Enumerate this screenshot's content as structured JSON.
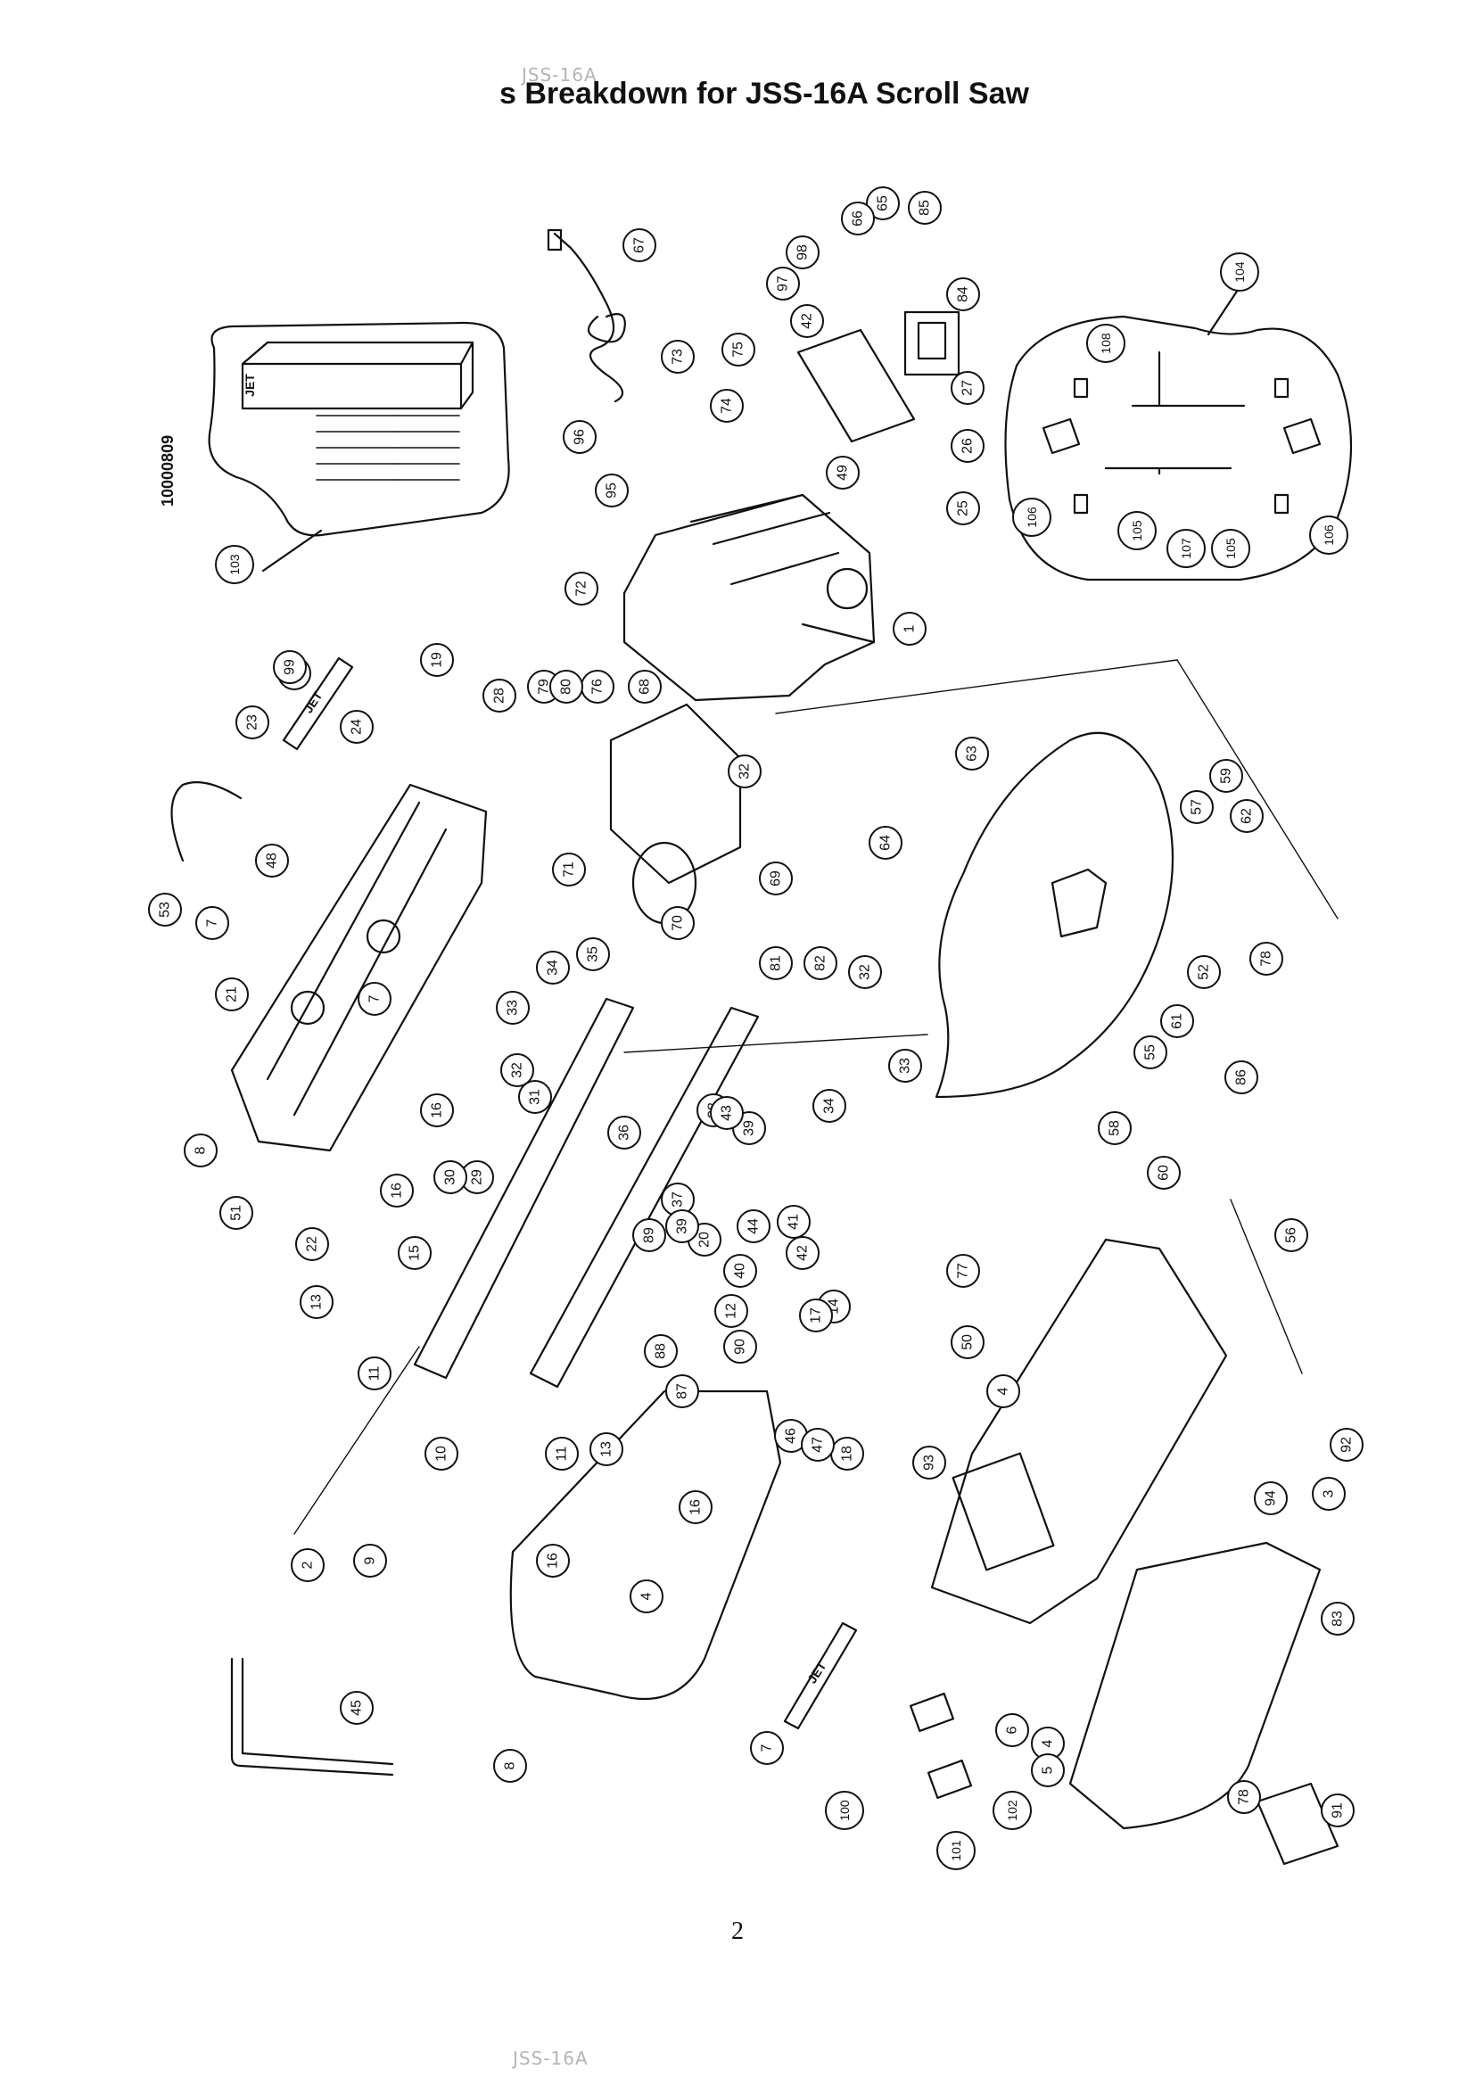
{
  "header": {
    "stamp": "JSS-16A",
    "title": "s Breakdown for JSS-16A Scroll Saw"
  },
  "document_id": "10000809",
  "page_number": "2",
  "footer": {
    "stamp": "JSS-16A"
  },
  "logo_text": "JET",
  "callouts": [
    {
      "n": "1"
    },
    {
      "n": "2"
    },
    {
      "n": "3"
    },
    {
      "n": "4"
    },
    {
      "n": "4"
    },
    {
      "n": "4"
    },
    {
      "n": "5"
    },
    {
      "n": "6"
    },
    {
      "n": "7"
    },
    {
      "n": "7"
    },
    {
      "n": "7"
    },
    {
      "n": "8"
    },
    {
      "n": "8"
    },
    {
      "n": "9"
    },
    {
      "n": "10"
    },
    {
      "n": "11"
    },
    {
      "n": "11"
    },
    {
      "n": "12"
    },
    {
      "n": "13"
    },
    {
      "n": "13"
    },
    {
      "n": "14"
    },
    {
      "n": "15"
    },
    {
      "n": "16"
    },
    {
      "n": "16"
    },
    {
      "n": "16"
    },
    {
      "n": "16"
    },
    {
      "n": "17"
    },
    {
      "n": "18"
    },
    {
      "n": "19"
    },
    {
      "n": "20"
    },
    {
      "n": "21"
    },
    {
      "n": "22"
    },
    {
      "n": "22"
    },
    {
      "n": "23"
    },
    {
      "n": "24"
    },
    {
      "n": "25"
    },
    {
      "n": "26"
    },
    {
      "n": "27"
    },
    {
      "n": "28"
    },
    {
      "n": "29"
    },
    {
      "n": "30"
    },
    {
      "n": "31"
    },
    {
      "n": "32"
    },
    {
      "n": "32"
    },
    {
      "n": "32"
    },
    {
      "n": "33"
    },
    {
      "n": "33"
    },
    {
      "n": "34"
    },
    {
      "n": "34"
    },
    {
      "n": "35"
    },
    {
      "n": "36"
    },
    {
      "n": "37"
    },
    {
      "n": "38"
    },
    {
      "n": "39"
    },
    {
      "n": "39"
    },
    {
      "n": "40"
    },
    {
      "n": "41"
    },
    {
      "n": "42"
    },
    {
      "n": "42"
    },
    {
      "n": "43"
    },
    {
      "n": "44"
    },
    {
      "n": "45"
    },
    {
      "n": "46"
    },
    {
      "n": "47"
    },
    {
      "n": "48"
    },
    {
      "n": "49"
    },
    {
      "n": "50"
    },
    {
      "n": "51"
    },
    {
      "n": "52"
    },
    {
      "n": "53"
    },
    {
      "n": "55"
    },
    {
      "n": "56"
    },
    {
      "n": "57"
    },
    {
      "n": "58"
    },
    {
      "n": "59"
    },
    {
      "n": "60"
    },
    {
      "n": "61"
    },
    {
      "n": "62"
    },
    {
      "n": "63"
    },
    {
      "n": "64"
    },
    {
      "n": "65"
    },
    {
      "n": "66"
    },
    {
      "n": "67"
    },
    {
      "n": "68"
    },
    {
      "n": "69"
    },
    {
      "n": "70"
    },
    {
      "n": "71"
    },
    {
      "n": "72"
    },
    {
      "n": "73"
    },
    {
      "n": "74"
    },
    {
      "n": "75"
    },
    {
      "n": "76"
    },
    {
      "n": "77"
    },
    {
      "n": "78"
    },
    {
      "n": "78"
    },
    {
      "n": "79"
    },
    {
      "n": "80"
    },
    {
      "n": "81"
    },
    {
      "n": "82"
    },
    {
      "n": "83"
    },
    {
      "n": "84"
    },
    {
      "n": "85"
    },
    {
      "n": "86"
    },
    {
      "n": "87"
    },
    {
      "n": "88"
    },
    {
      "n": "89"
    },
    {
      "n": "90"
    },
    {
      "n": "91"
    },
    {
      "n": "92"
    },
    {
      "n": "93"
    },
    {
      "n": "94"
    },
    {
      "n": "95"
    },
    {
      "n": "96"
    },
    {
      "n": "97"
    },
    {
      "n": "98"
    },
    {
      "n": "99"
    },
    {
      "n": "100"
    },
    {
      "n": "101"
    },
    {
      "n": "102"
    },
    {
      "n": "103"
    },
    {
      "n": "104"
    },
    {
      "n": "105"
    },
    {
      "n": "105"
    },
    {
      "n": "106"
    },
    {
      "n": "106"
    },
    {
      "n": "107"
    },
    {
      "n": "108"
    }
  ]
}
